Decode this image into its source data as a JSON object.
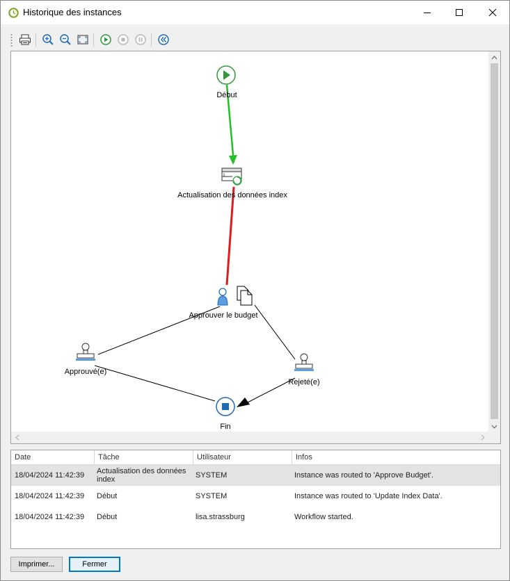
{
  "window": {
    "title": "Historique des instances",
    "minimize_icon": "minimize-icon",
    "maximize_icon": "maximize-icon",
    "close_icon": "close-icon"
  },
  "toolbar": {
    "items": [
      "print-icon",
      "zoom-in-icon",
      "zoom-out-icon",
      "fit-to-window-icon",
      "play-icon",
      "stop-icon",
      "pause-icon",
      "double-chevron-left-icon"
    ]
  },
  "diagram": {
    "nodes": {
      "start": "Début",
      "update": "Actualisation des données index",
      "approve": "Approuver le budget",
      "approved": "Approuvé(e)",
      "rejected": "Rejeté(e)",
      "end": "Fin"
    },
    "colors": {
      "start_green": "#2e9a3a",
      "active_path_green": "#22c022",
      "error_path_red": "#e11b1b",
      "end_blue": "#1e6bb8",
      "user_blue": "#5a9ee0"
    }
  },
  "grid": {
    "columns": [
      "Date",
      "Tâche",
      "Utilisateur",
      "Infos"
    ],
    "rows": [
      {
        "date": "18/04/2024 11:42:39",
        "task": "Actualisation des données index",
        "user": "SYSTEM",
        "info": "Instance was routed to 'Approve Budget'."
      },
      {
        "date": "18/04/2024 11:42:39",
        "task": "Début",
        "user": "SYSTEM",
        "info": "Instance was routed to 'Update Index Data'."
      },
      {
        "date": "18/04/2024 11:42:39",
        "task": "Début",
        "user": "lisa.strassburg",
        "info": "Workflow started."
      }
    ]
  },
  "buttons": {
    "print": "Imprimer...",
    "close": "Fermer"
  }
}
